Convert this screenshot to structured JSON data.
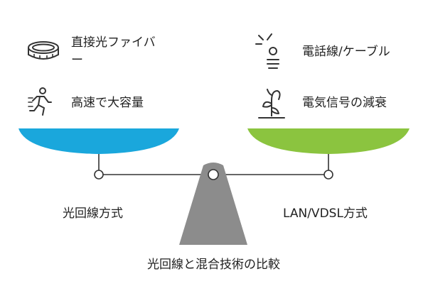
{
  "left": {
    "items": [
      {
        "icon": "fiber-cable-ring-icon",
        "line1": "直接光ファイバ",
        "line2": "ー"
      },
      {
        "icon": "running-person-icon",
        "line1": "高速で大容量"
      }
    ],
    "pan_color": "#1aa7dc",
    "caption": "光回線方式"
  },
  "right": {
    "items": [
      {
        "icon": "light-bulb-signal-icon",
        "line1": "電話線/ケーブル"
      },
      {
        "icon": "wilting-plant-icon",
        "line1": "電気信号の減衰"
      }
    ],
    "pan_color": "#8bc43f",
    "caption": "LAN/VDSL方式"
  },
  "fulcrum_color": "#8c8c8c",
  "title": "光回線と混合技術の比較"
}
